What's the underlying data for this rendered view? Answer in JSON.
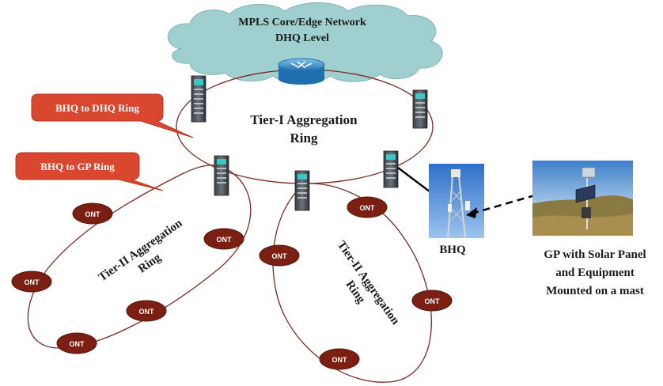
{
  "colors": {
    "cloud_fill": "#9fd0cf",
    "cloud_stroke": "#7fb3b3",
    "ring_stroke": "#7a2a1e",
    "ont_fill": "#7a1f12",
    "ont_text": "#ffffff",
    "callout_fill": "#d9472e",
    "callout_text": "#ffffff",
    "router_fill": "#2f8fd0",
    "link_black": "#000000"
  },
  "cloud": {
    "line1": "MPLS Core/Edge Network",
    "line2": "DHQ Level"
  },
  "tier1": {
    "line1": "Tier-I Aggregation",
    "line2": "Ring"
  },
  "tier2_left": {
    "line1": "Tier-II Aggregation",
    "line2": "Ring"
  },
  "tier2_right": {
    "line1": "Tier-II Aggregation",
    "line2": "Ring"
  },
  "callouts": {
    "bhq_dhq": "BHQ to DHQ Ring",
    "bhq_gp": "BHQ to GP Ring"
  },
  "ont_label": "ONT",
  "onts": [
    {
      "id": "ont-1",
      "label": "ONT"
    },
    {
      "id": "ont-2",
      "label": "ONT"
    },
    {
      "id": "ont-3",
      "label": "ONT"
    },
    {
      "id": "ont-4",
      "label": "ONT"
    },
    {
      "id": "ont-5",
      "label": "ONT"
    },
    {
      "id": "ont-6",
      "label": "ONT"
    },
    {
      "id": "ont-7",
      "label": "ONT"
    },
    {
      "id": "ont-8",
      "label": "ONT"
    },
    {
      "id": "ont-9",
      "label": "ONT"
    }
  ],
  "bhq_label": "BHQ",
  "gp": {
    "line1": "GP with Solar Panel",
    "line2": "and Equipment",
    "line3": "Mounted on a mast"
  },
  "icons": {
    "router": "router-icon",
    "rack": "server-rack-icon",
    "tower": "telecom-tower-photo",
    "solar": "solar-panel-mast-photo"
  }
}
